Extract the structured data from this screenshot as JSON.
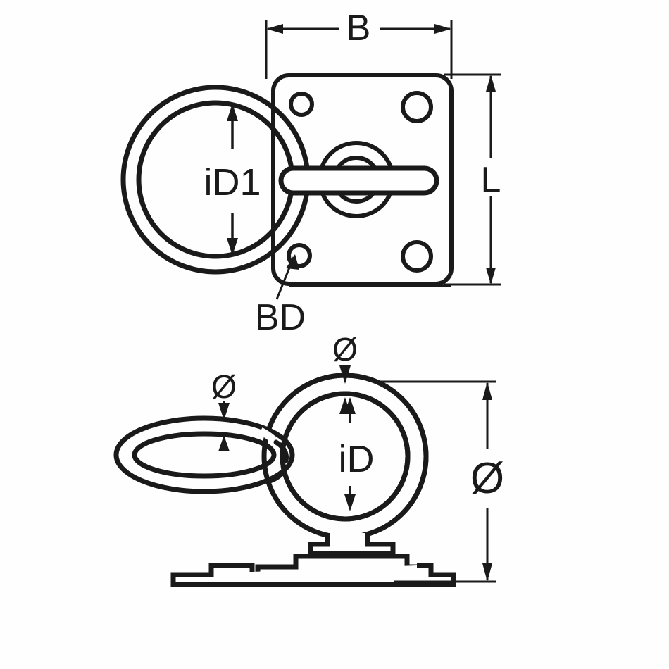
{
  "drawing": {
    "title": "Ring plate technical drawing",
    "background_color": "#fefefe",
    "line_color": "#1a1a1a",
    "views": {
      "top": {
        "name": "plan-view",
        "description": "Square mounting plate with large ring and pin bar"
      },
      "bottom": {
        "name": "side-view",
        "description": "Two interlocked rings seen edge on, mounted on stepped base plate"
      }
    }
  },
  "dimensions": {
    "plate_width": "B",
    "plate_length": "L",
    "ring_inner_diameter_top": "iD1",
    "bar_diameter": "BD",
    "ring_inner_diameter_side": "iD",
    "wire_diameter_left": "Ø",
    "wire_diameter_right": "Ø",
    "ring_outer_diameter": "Ø"
  },
  "labels": {
    "b": "B",
    "l": "L",
    "id1": "iD1",
    "bd": "BD",
    "id": "iD",
    "dia_left": "Ø",
    "dia_right": "Ø",
    "dia_overall": "Ø"
  }
}
